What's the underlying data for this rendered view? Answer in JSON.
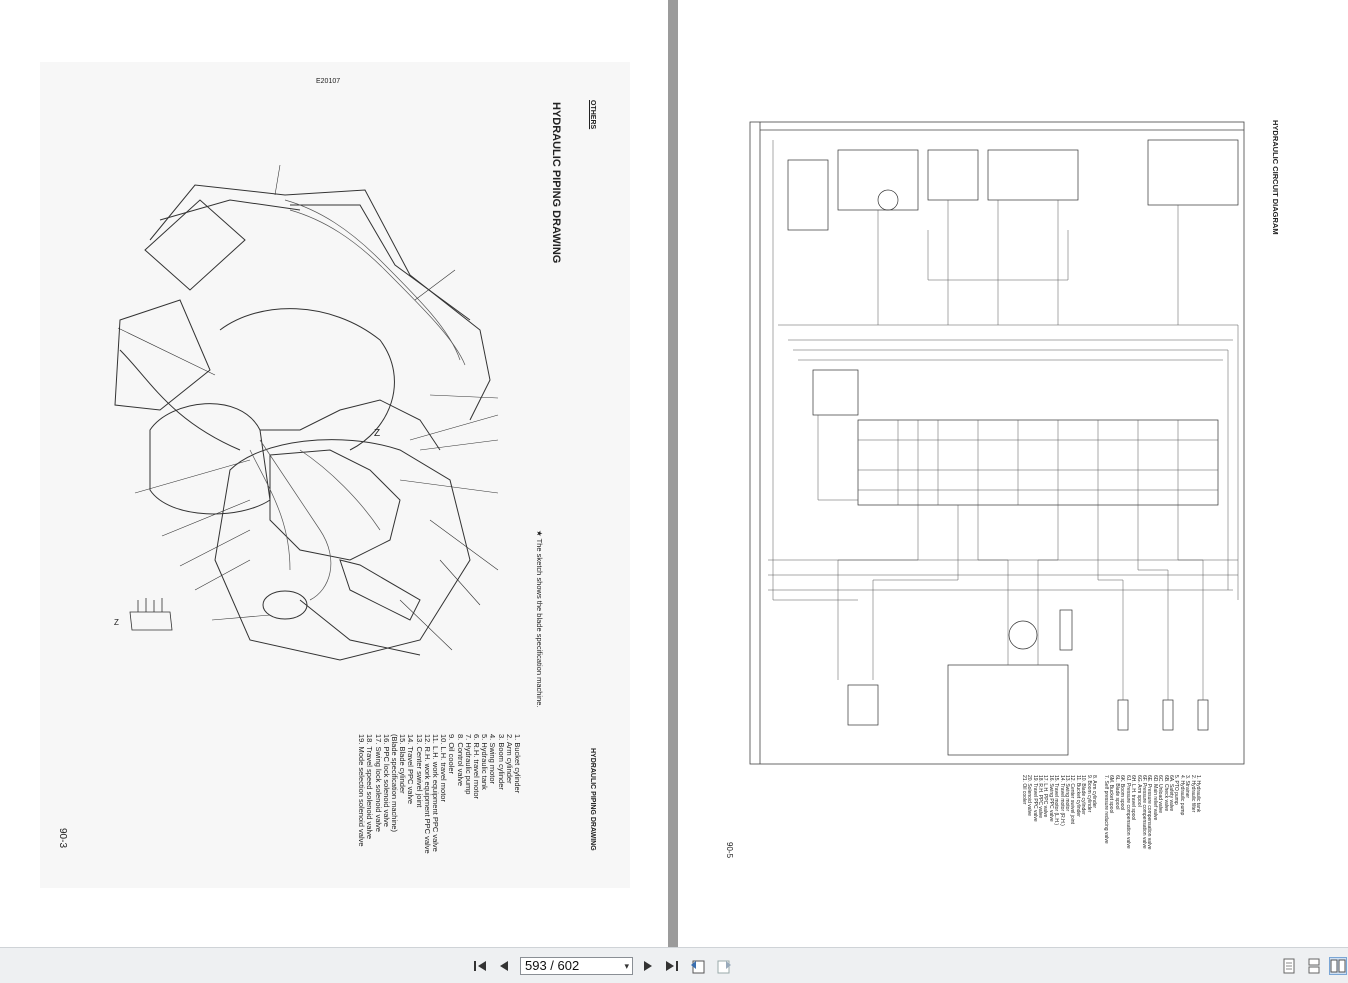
{
  "left_page": {
    "doc_code": "E20107",
    "section": "OTHERS",
    "title": "HYDRAULIC PIPING DRAWING",
    "footer_title": "HYDRAULIC PIPING DRAWING",
    "note": "★  The sketch shows the blade specification machine.",
    "page_number": "90-3",
    "view_label": "Z",
    "legend": [
      "1. Bucket cylinder",
      "2. Arm cylinder",
      "3. Boom cylinder",
      "4. Swing motor",
      "5. Hydraulic tank",
      "6. R.H. travel motor",
      "7. Hydraulic pump",
      "8. Control valve",
      "9. Oil cooler",
      "10. L.H. travel motor",
      "11. L.H. work equipment PPC valve",
      "12. R.H. work equipment PPC valve",
      "13. Center swivel joint",
      "14. Travel PPC valve",
      "15. Blade cylinder",
      "     (Blade specification machine)",
      "16. PPC lock solenoid valve",
      "17. Swing lock solenoid valve",
      "18. Travel speed solenoid valve",
      "19. Mode selection solenoid valve"
    ]
  },
  "right_page": {
    "title": "HYDRAULIC CIRCUIT DIAGRAM",
    "page_number": "90-5",
    "legend": [
      "1. Hydraulic tank",
      "2. Hydraulic filter",
      "3. Strainer",
      "4. Hydraulic pump",
      "5. PTO pump",
      "6A. Safety valve",
      "6B. Check valve",
      "6C. Unload valve",
      "6D. Main relief valve",
      "6E. Pressure compensation valve",
      "6F. Pressure compensation valve",
      "6G. Arm spool",
      "6H. L.H. travel spool",
      "6J. Pressure compensation valve",
      "6K. Boom spool",
      "6L. Blade spool",
      "6M. Bucket spool",
      "7. Self pressure reducing valve"
    ],
    "legend2": [
      "8. Arm cylinder",
      "9. Boom cylinder",
      "10. Blade cylinder",
      "11. Bucket cylinder",
      "12. Center swivel joint",
      "13. Swing motor",
      "14. Travel motor (R.H.)",
      "15. Travel motor (L.H.)",
      "16. Swing PPC valve",
      "17. L.H. PPC valve",
      "18. R.H. PPC valve",
      "19. Travel PPC valve",
      "20. Solenoid valve",
      "21. Oil cooler"
    ]
  },
  "toolbar": {
    "page_field": "593 / 602",
    "first_icon": "first-page-icon",
    "prev_icon": "previous-page-icon",
    "next_icon": "next-page-icon",
    "last_icon": "last-page-icon"
  }
}
